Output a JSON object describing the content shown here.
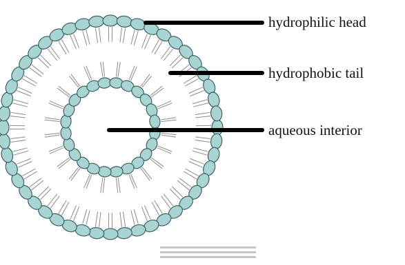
{
  "diagram": {
    "labels": {
      "head": "hydrophilic head",
      "tail": "hydrophobic tail",
      "interior": "aqueous interior"
    },
    "colors": {
      "head_fill": "#a9d4d4",
      "head_stroke": "#3e5f63",
      "tail": "#8a8a8a",
      "pointer": "#000000",
      "footer_bar": "#c7c7c7"
    }
  }
}
